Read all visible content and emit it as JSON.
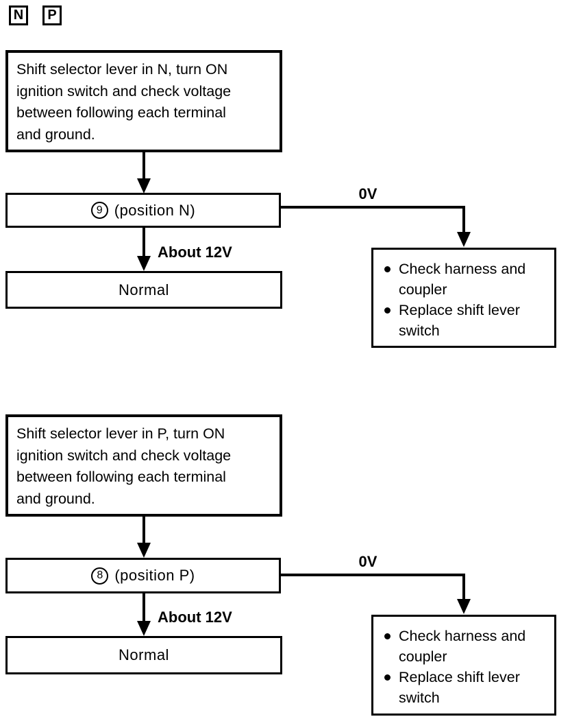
{
  "page": {
    "background": "#ffffff",
    "ink": "#000000"
  },
  "legend_badges": [
    {
      "label": "N"
    },
    {
      "label": "P"
    }
  ],
  "sections": [
    {
      "id": "N",
      "instruction_lines": [
        "Shift selector lever in N, turn ON",
        "ignition switch and check voltage",
        "between following each terminal",
        "and ground."
      ],
      "terminal_number": "9",
      "terminal_label": "(position N)",
      "pass_label": "About 12V",
      "pass_result": "Normal",
      "fail_label": "0V",
      "fail_actions": [
        "Check harness and coupler",
        "Replace shift lever switch"
      ]
    },
    {
      "id": "P",
      "instruction_lines": [
        "Shift selector lever in P, turn ON",
        "ignition switch and check voltage",
        "between following each terminal",
        "and ground."
      ],
      "terminal_number": "8",
      "terminal_label": "(position P)",
      "pass_label": "About 12V",
      "pass_result": "Normal",
      "fail_label": "0V",
      "fail_actions": [
        "Check harness and coupler",
        "Replace shift lever switch"
      ]
    }
  ]
}
